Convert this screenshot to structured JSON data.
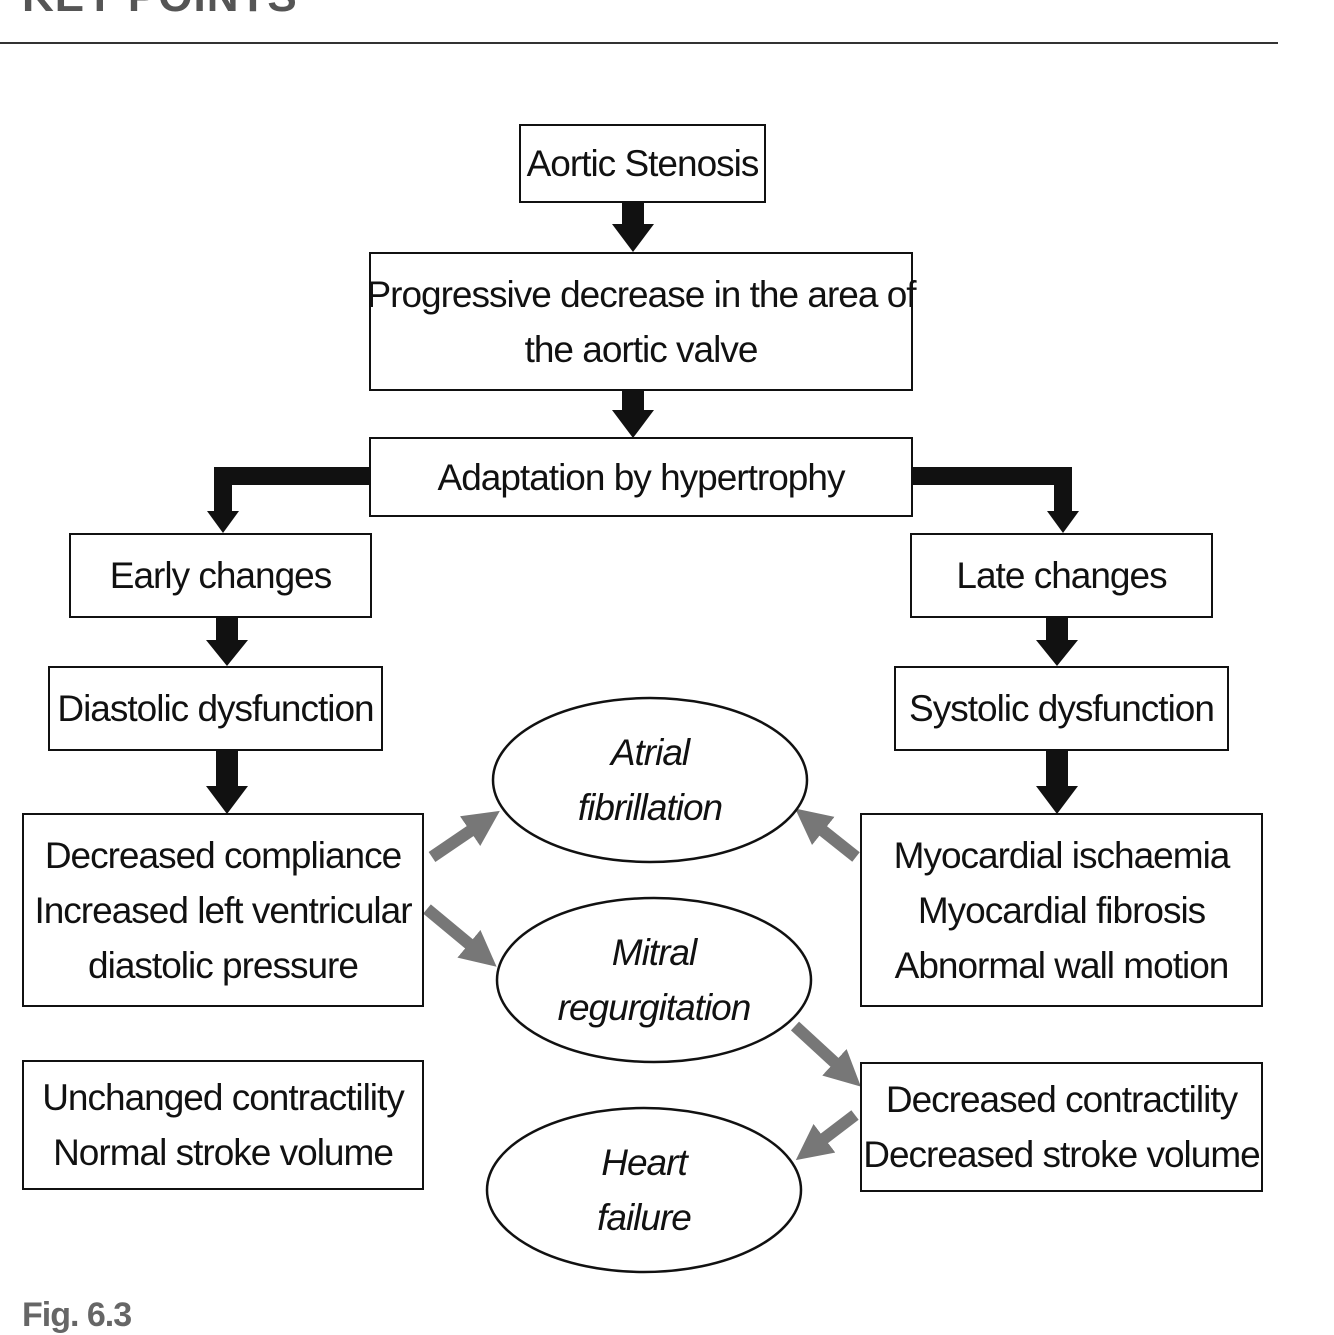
{
  "header": {
    "title": "KEY POINTS"
  },
  "nodes": {
    "aortic_stenosis": {
      "lines": [
        "Aortic Stenosis"
      ]
    },
    "progressive_decrease": {
      "lines": [
        "Progressive decrease in the area of",
        "the aortic valve"
      ]
    },
    "adaptation": {
      "lines": [
        "Adaptation by hypertrophy"
      ]
    },
    "early_changes": {
      "lines": [
        "Early changes"
      ]
    },
    "late_changes": {
      "lines": [
        "Late changes"
      ]
    },
    "diastolic_dysfunction": {
      "lines": [
        "Diastolic dysfunction"
      ]
    },
    "systolic_dysfunction": {
      "lines": [
        "Systolic dysfunction"
      ]
    },
    "decreased_compliance": {
      "lines": [
        "Decreased compliance",
        "Increased left ventricular",
        "diastolic pressure"
      ]
    },
    "myocardial": {
      "lines": [
        "Myocardial ischaemia",
        "Myocardial fibrosis",
        "Abnormal wall motion"
      ]
    },
    "unchanged": {
      "lines": [
        "Unchanged contractility",
        "Normal stroke volume"
      ]
    },
    "decreased_contractility": {
      "lines": [
        "Decreased contractility",
        "Decreased stroke volume"
      ]
    },
    "atrial_fibrillation": {
      "lines": [
        "Atrial",
        "fibrillation"
      ]
    },
    "mitral_regurgitation": {
      "lines": [
        "Mitral",
        "regurgitation"
      ]
    },
    "heart_failure": {
      "lines": [
        "Heart",
        "failure"
      ]
    }
  },
  "caption": "Fig. 6.3",
  "colors": {
    "stroke": "#111111",
    "secondary_arrow": "#777777",
    "caption": "#666666"
  }
}
